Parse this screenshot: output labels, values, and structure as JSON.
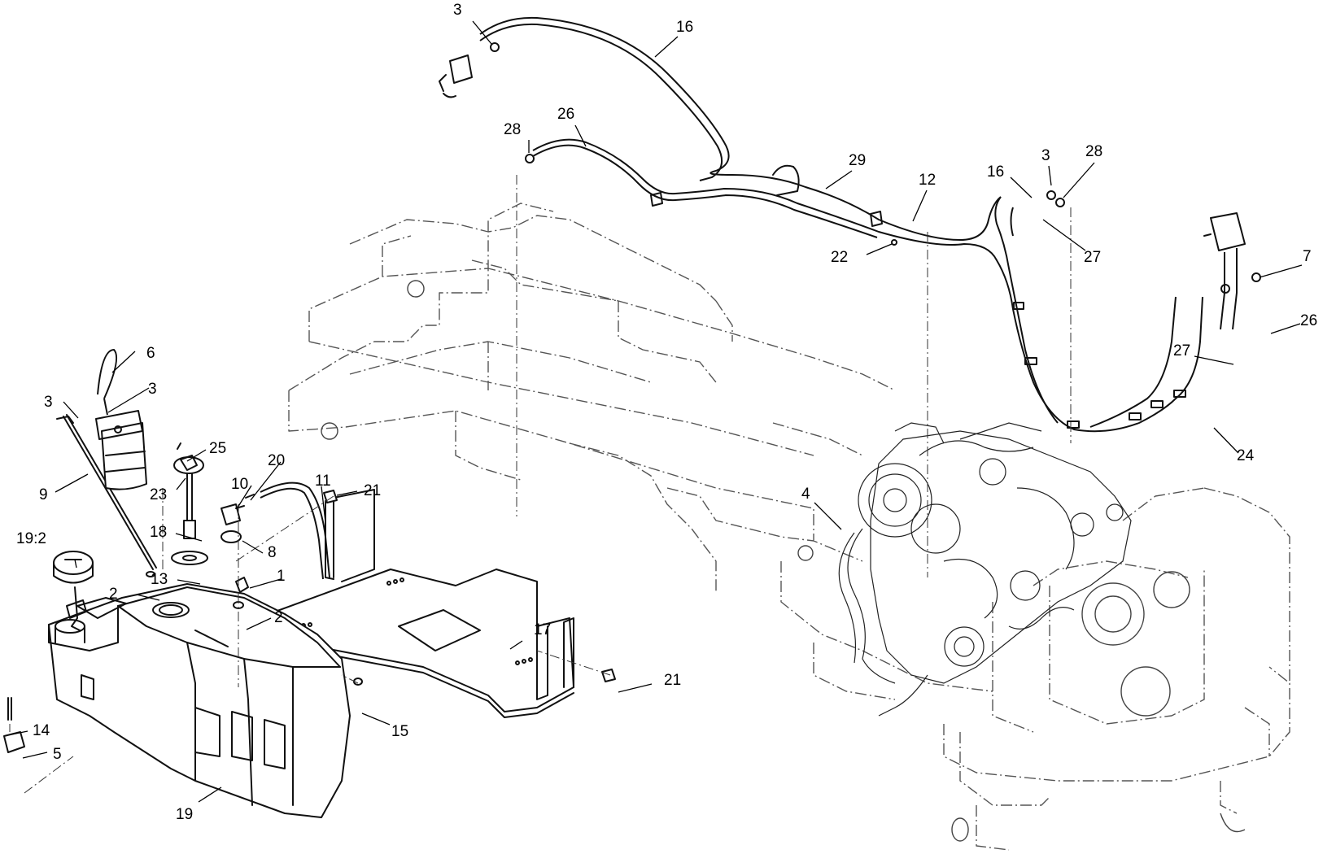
{
  "callouts": [
    {
      "id": "c1",
      "text": "3"
    },
    {
      "id": "c2",
      "text": "16"
    },
    {
      "id": "c3",
      "text": "28"
    },
    {
      "id": "c4",
      "text": "26"
    },
    {
      "id": "c5",
      "text": "29"
    },
    {
      "id": "c6",
      "text": "12"
    },
    {
      "id": "c7",
      "text": "16"
    },
    {
      "id": "c8",
      "text": "3"
    },
    {
      "id": "c9",
      "text": "28"
    },
    {
      "id": "c10",
      "text": "22"
    },
    {
      "id": "c11",
      "text": "27"
    },
    {
      "id": "c12",
      "text": "7"
    },
    {
      "id": "c13",
      "text": "26"
    },
    {
      "id": "c14",
      "text": "27"
    },
    {
      "id": "c15",
      "text": "24"
    },
    {
      "id": "c16",
      "text": "6"
    },
    {
      "id": "c17",
      "text": "3"
    },
    {
      "id": "c18",
      "text": "3"
    },
    {
      "id": "c19",
      "text": "9"
    },
    {
      "id": "c20",
      "text": "25"
    },
    {
      "id": "c21",
      "text": "23"
    },
    {
      "id": "c22",
      "text": "20"
    },
    {
      "id": "c23",
      "text": "10"
    },
    {
      "id": "c24",
      "text": "11"
    },
    {
      "id": "c25",
      "text": "21"
    },
    {
      "id": "c26",
      "text": "4"
    },
    {
      "id": "c27",
      "text": "18"
    },
    {
      "id": "c28",
      "text": "8"
    },
    {
      "id": "c29",
      "text": "19:2"
    },
    {
      "id": "c30",
      "text": "13"
    },
    {
      "id": "c31",
      "text": "1"
    },
    {
      "id": "c32",
      "text": "2"
    },
    {
      "id": "c33",
      "text": "2"
    },
    {
      "id": "c34",
      "text": "17"
    },
    {
      "id": "c35",
      "text": "21"
    },
    {
      "id": "c36",
      "text": "15"
    },
    {
      "id": "c37",
      "text": "14"
    },
    {
      "id": "c38",
      "text": "5"
    },
    {
      "id": "c39",
      "text": "19"
    }
  ]
}
